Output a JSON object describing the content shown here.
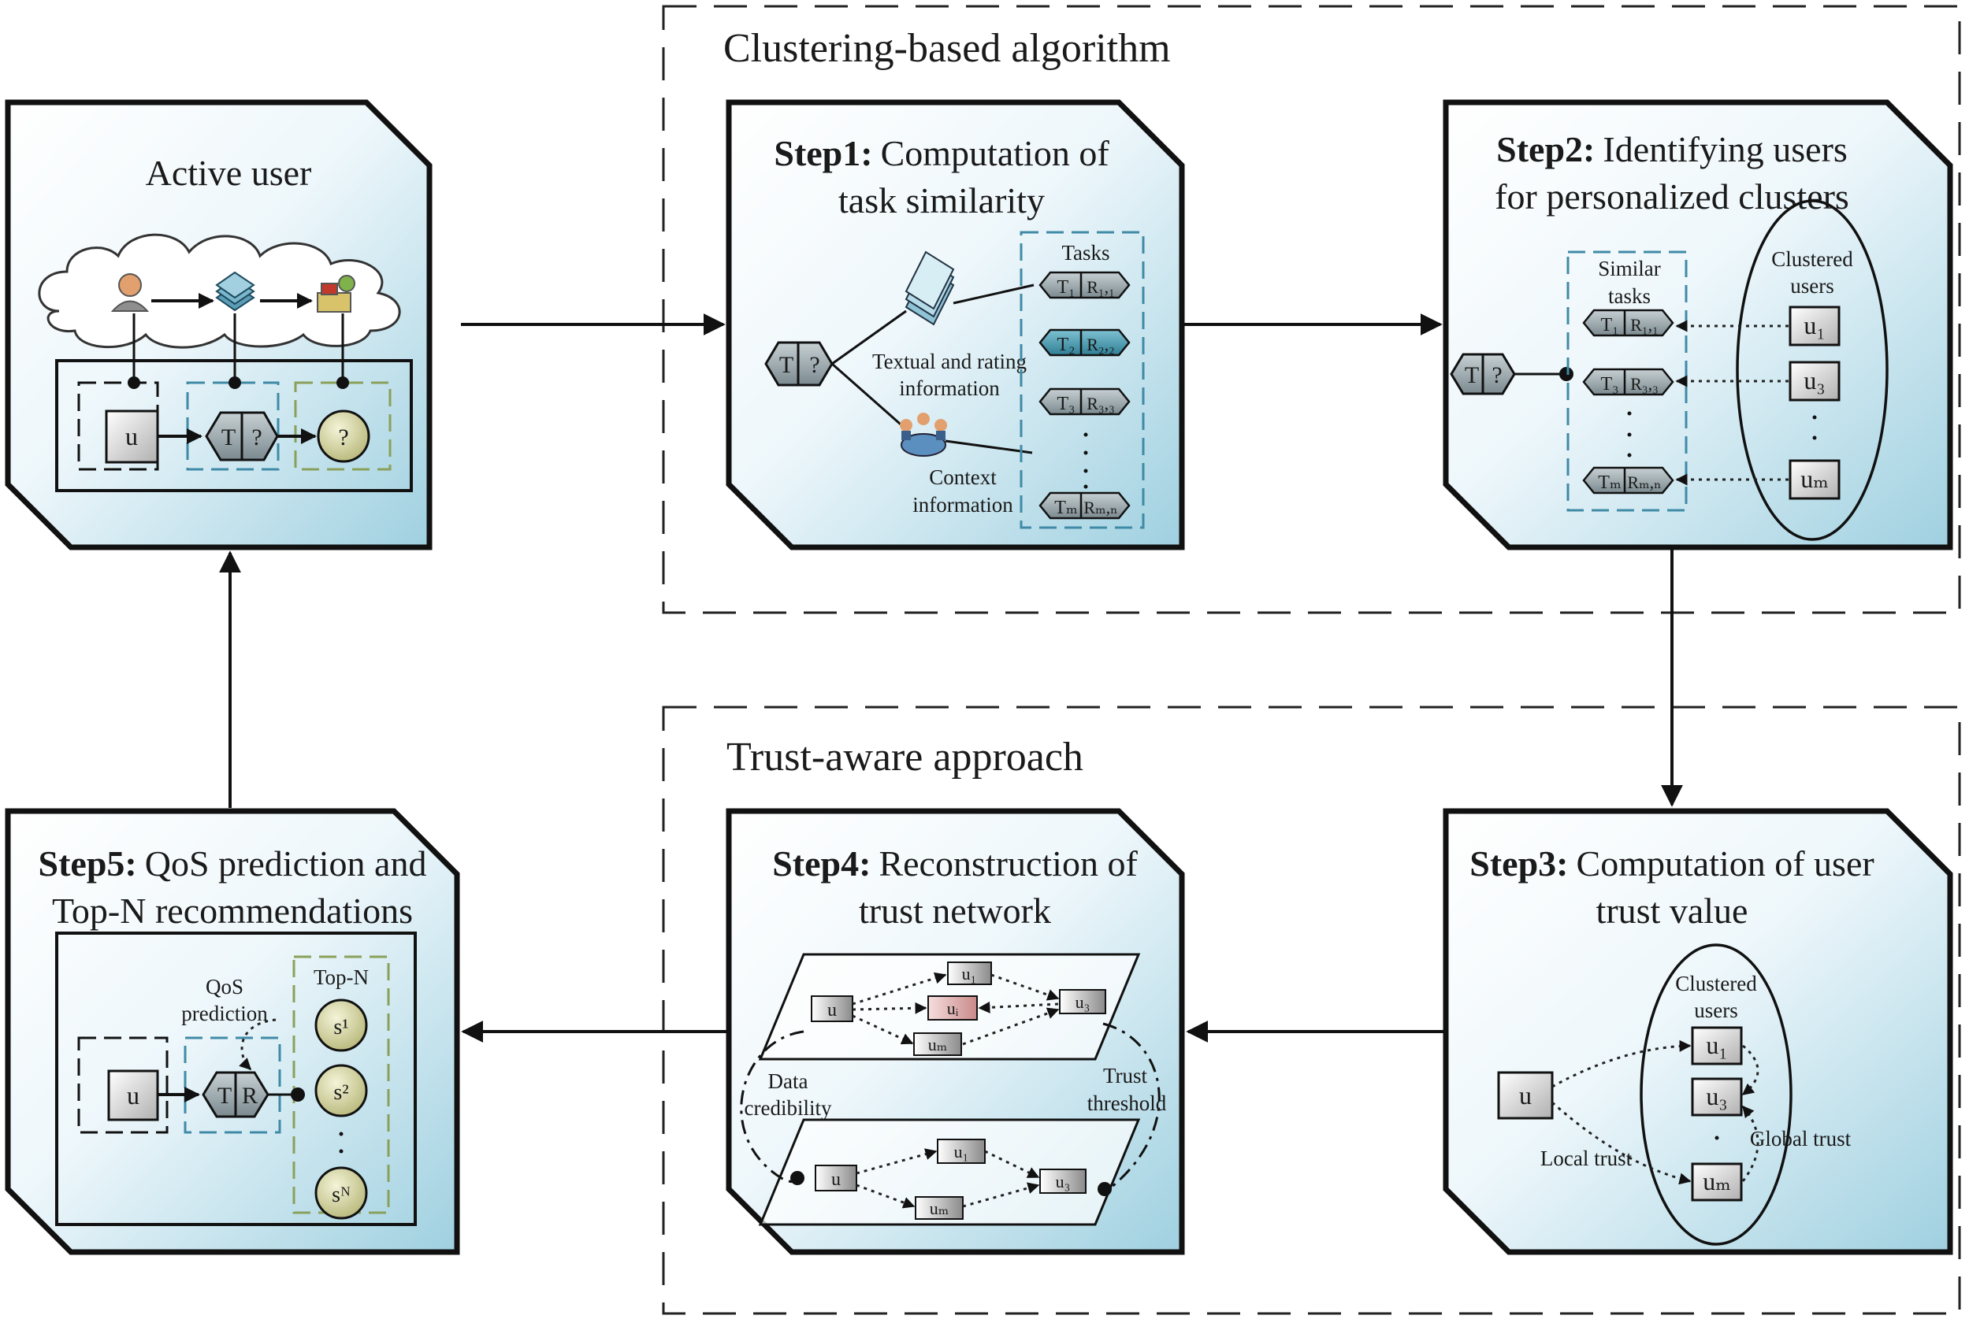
{
  "regions": {
    "clustering_label": "Clustering-based algorithm",
    "trust_label": "Trust-aware approach"
  },
  "active_user": {
    "title": "Active user",
    "u": "u",
    "t": "T",
    "q": "?",
    "q2": "?"
  },
  "step1": {
    "bold": "Step1:",
    "rest": "Computation of",
    "line2": "task similarity",
    "tasks_label": "Tasks",
    "textual_1": "Textual and rating",
    "textual_2": "information",
    "context_1": "Context",
    "context_2": "information",
    "query_t": "T",
    "query_q": "?",
    "tasks": [
      {
        "t": "T₁",
        "r": "R₁,₁"
      },
      {
        "t": "T₂",
        "r": "R₂,₂"
      },
      {
        "t": "T₃",
        "r": "R₃,₃"
      },
      {
        "t": "Tₘ",
        "r": "Rₘ,ₙ"
      }
    ]
  },
  "step2": {
    "bold": "Step2:",
    "rest": "Identifying  users",
    "line2": "for personalized clusters",
    "similar_1": "Similar",
    "similar_2": "tasks",
    "clustered_1": "Clustered",
    "clustered_2": "users",
    "query_t": "T",
    "query_q": "?",
    "tasks": [
      {
        "t": "T₁",
        "r": "R₁,₁"
      },
      {
        "t": "T₃",
        "r": "R₃,₃"
      },
      {
        "t": "Tₘ",
        "r": "Rₘ,ₙ"
      }
    ],
    "users": [
      "u₁",
      "u₃",
      "uₘ"
    ]
  },
  "step3": {
    "bold": "Step3:",
    "rest": "Computation of user",
    "line2": "trust value",
    "clustered_1": "Clustered",
    "clustered_2": "users",
    "u": "u",
    "users": [
      "u₁",
      "u₃",
      "uₘ"
    ],
    "local_trust": "Local trust",
    "global_trust": "Global trust"
  },
  "step4": {
    "bold": "Step4:",
    "rest": "Reconstruction of",
    "line2": "trust network",
    "data_cred_1": "Data",
    "data_cred_2": "credibility",
    "trust_thr_1": "Trust",
    "trust_thr_2": "threshold",
    "top_nodes": [
      "u",
      "u₁",
      "uᵢ",
      "u₃",
      "uₘ"
    ],
    "bottom_nodes": [
      "u",
      "u₁",
      "u₃",
      "uₘ"
    ]
  },
  "step5": {
    "bold": "Step5:",
    "rest": "QoS prediction and",
    "line2": "Top-N recommendations",
    "qos_1": "QoS",
    "qos_2": "prediction",
    "topn": "Top-N",
    "u": "u",
    "t": "T",
    "r": "R",
    "services": [
      "s¹",
      "s²",
      "sᴺ"
    ]
  },
  "colors": {
    "panel_light": "#ffffff",
    "panel_dark": "#9fd0e0",
    "hex_fill": "#9aa6ab",
    "hex_highlight": "#4b9cb0",
    "node_highlight": "#e8b8b8",
    "ball_fill": "#d8d8a0"
  }
}
